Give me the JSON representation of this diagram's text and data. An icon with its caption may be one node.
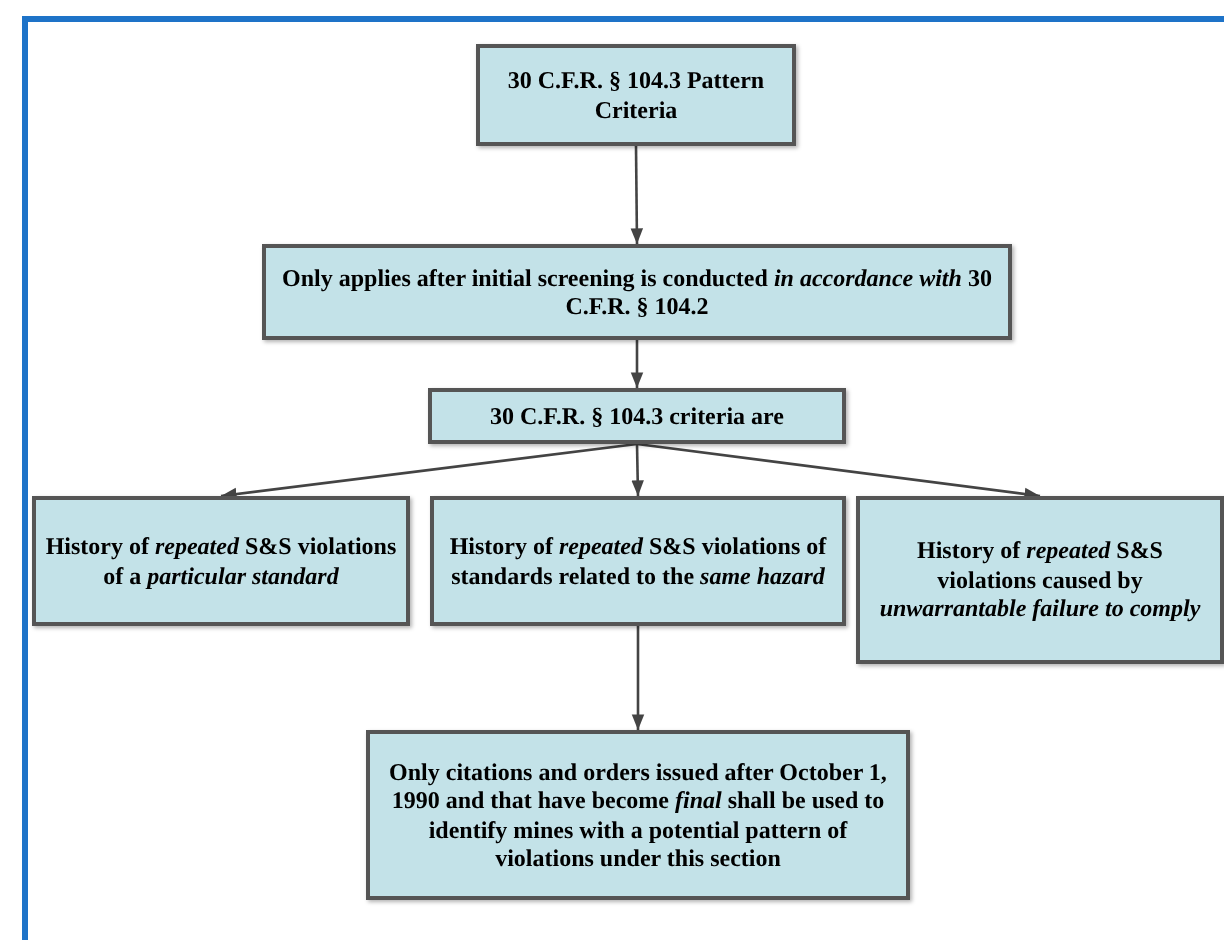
{
  "diagram": {
    "nodes": [
      {
        "text": [
          "30 C.F.R. § 104.3 Pattern Criteria"
        ]
      },
      {
        "text": [
          "Only applies after initial screening is conducted *in accordance with* 30 C.F.R. § 104.2"
        ]
      },
      {
        "text": [
          "30 C.F.R. § 104.3 criteria are"
        ]
      },
      {
        "text": [
          "History of *repeated* S&S violations of a *particular standard*"
        ]
      },
      {
        "text": [
          "History of *repeated* S&S violations of standards related to the *same hazard*"
        ]
      },
      {
        "text": [
          "History of *repeated* S&S violations caused by *unwarrantable failure to comply*"
        ]
      },
      {
        "text": [
          "Only citations and orders issued after October 1, 1990 and that have become *final* shall be used to identify mines with a potential pattern of violations under this section"
        ]
      }
    ],
    "edges": [
      {
        "from": 0,
        "to": 1,
        "arrow": "to"
      },
      {
        "from": 1,
        "to": 2,
        "arrow": "to"
      },
      {
        "from": 2,
        "to": 3,
        "arrow": "to"
      },
      {
        "from": 2,
        "to": 4,
        "arrow": "to"
      },
      {
        "from": 2,
        "to": 5,
        "arrow": "to"
      },
      {
        "from": 4,
        "to": 6,
        "arrow": "to"
      }
    ]
  }
}
